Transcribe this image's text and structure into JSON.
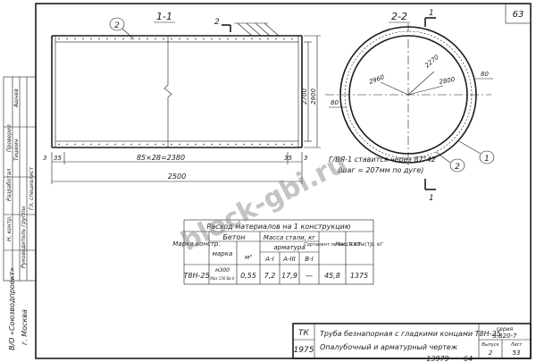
{
  "sheet": {
    "sheet_number": "63",
    "page_number": "64",
    "archive_code": "13979",
    "year": "1975",
    "organization": [
      "В/О «Союзводпроект»",
      "г. Москва"
    ]
  },
  "section_1": {
    "label": "1-1",
    "cut_mark": "2",
    "callout": "2",
    "dims": {
      "total_length": "2500",
      "rebar_layout": "85×28=2380",
      "end_left_a": "3",
      "end_left_b": "35",
      "end_right_a": "35",
      "end_right_b": "3",
      "inner_height": "2700",
      "outer_height": "2900"
    }
  },
  "section_2": {
    "label": "2-2",
    "cut_mark": "1",
    "cut_mark_bottom": "1",
    "callouts": [
      "1",
      "2"
    ],
    "dims": {
      "d_outer": "2960",
      "d_frame": "2270",
      "d_inner": "2800",
      "cover_a": "80",
      "cover_b": "80"
    },
    "note": [
      "Г/ВЯ-1 ставится через 87°42′",
      "(шаг = 207мм по дуге)"
    ]
  },
  "materials": {
    "title": "Расход материалов на 1 конструкцию",
    "headers": {
      "mark": "Марка констр.",
      "concrete": "Бетон",
      "concrete_mark": "марка",
      "concrete_volume": "м³",
      "steel": "Масса стали, кг",
      "rebar": "арматура",
      "a1": "А-I",
      "a3": "А-III",
      "v1": "В-I",
      "total_steel": "Сортамент по вес. ГОСТ",
      "mass": "Масса констр. кг"
    },
    "row": {
      "mark": "Т8Н-25",
      "concrete_mark": "м300",
      "concrete_mark_note": "Мрз 150 Вв 6",
      "volume": "0,55",
      "a1": "7,2",
      "a3": "17,9",
      "v1": "—",
      "total_steel": "45,8",
      "mass": "1375"
    }
  },
  "side_stamp": {
    "roles": [
      "Проверил",
      "Разработал",
      "Н. контр."
    ],
    "names": [
      "Ашнев",
      "Тишкин"
    ],
    "extra": [
      "Руководитель группы",
      "Гл. специалист"
    ]
  },
  "title_block": {
    "code": "ТК",
    "year": "1975",
    "title_line1": "Труба безнапорная с гладкими концами Т8Н-25",
    "title_line2": "Опалубочный и арматурный чертеж",
    "series_label": "серия",
    "series_value": "3.820-7",
    "issue_label": "Выпуск",
    "issue_value": "2",
    "sheet_label": "Лист",
    "sheet_value": "53"
  },
  "watermark": "block-gbi.ru"
}
